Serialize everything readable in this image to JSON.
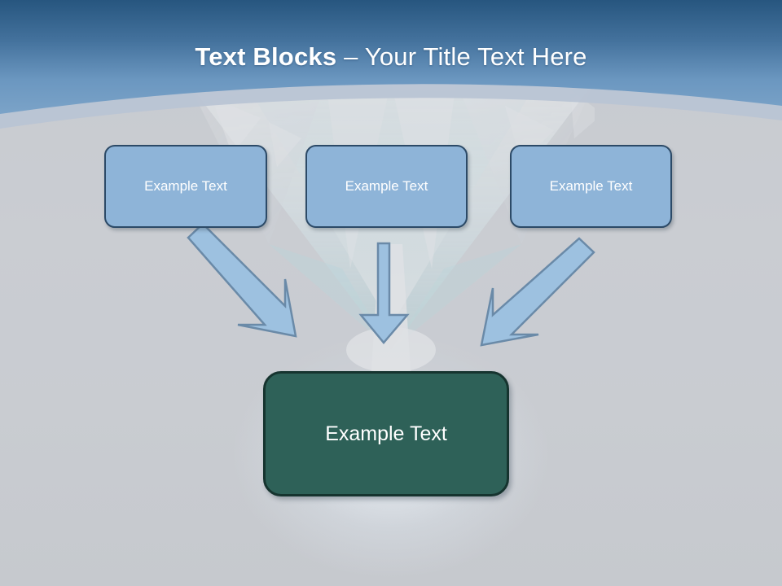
{
  "slide": {
    "title": {
      "strong": "Text Blocks",
      "separator": " – ",
      "light": "Your Title Text Here"
    },
    "colors": {
      "header_top": "#2e5f8f",
      "header_bottom": "#6f9bc4",
      "band_light": "#b9c4d4",
      "body_gray": "#c9ccd1",
      "box_fill": "#8eb4d8",
      "box_border": "#2c4a67",
      "result_fill": "#2e6158",
      "result_border": "#16342f",
      "arrow_fill": "#9dc1e0",
      "arrow_border": "#6a8aa8",
      "text_white": "#ffffff"
    },
    "top_boxes": [
      {
        "id": "box-left",
        "label": "Example Text"
      },
      {
        "id": "box-middle",
        "label": "Example Text"
      },
      {
        "id": "box-right",
        "label": "Example Text"
      }
    ],
    "result_box": {
      "label": "Example Text"
    },
    "arrows": [
      {
        "name": "arrow-left-diagonal",
        "direction": "down-right"
      },
      {
        "name": "arrow-middle-vertical",
        "direction": "down"
      },
      {
        "name": "arrow-right-diagonal",
        "direction": "down-left"
      }
    ]
  }
}
